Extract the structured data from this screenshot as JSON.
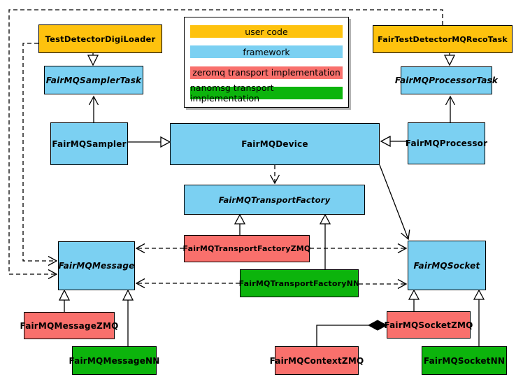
{
  "colors": {
    "user": "#FEC20E",
    "framework": "#7BD0F2",
    "zeromq": "#F9706C",
    "nanomsg": "#0CB40C"
  },
  "legend": {
    "items": [
      {
        "kind": "user",
        "label": "user code"
      },
      {
        "kind": "framework",
        "label": "framework"
      },
      {
        "kind": "zeromq",
        "label": "zeromq transport implementation"
      },
      {
        "kind": "nanomsg",
        "label": "nanomsg transport implementation"
      }
    ]
  },
  "nodes": {
    "testDetectorDigiLoader": {
      "label": "TestDetectorDigiLoader",
      "kind": "user"
    },
    "fairTestDetectorMQRecoTask": {
      "label": "FairTestDetectorMQRecoTask",
      "kind": "user"
    },
    "fairMQSamplerTask": {
      "label": "FairMQSamplerTask",
      "kind": "framework",
      "abstract": true
    },
    "fairMQProcessorTask": {
      "label": "FairMQProcessorTask",
      "kind": "framework",
      "abstract": true
    },
    "fairMQSampler": {
      "label": "FairMQSampler",
      "kind": "framework"
    },
    "fairMQDevice": {
      "label": "FairMQDevice",
      "kind": "framework"
    },
    "fairMQProcessor": {
      "label": "FairMQProcessor",
      "kind": "framework"
    },
    "fairMQTransportFactory": {
      "label": "FairMQTransportFactory",
      "kind": "framework",
      "abstract": true
    },
    "fairMQTransportFactoryZMQ": {
      "label": "FairMQTransportFactoryZMQ",
      "kind": "zeromq"
    },
    "fairMQTransportFactoryNN": {
      "label": "FairMQTransportFactoryNN",
      "kind": "nanomsg"
    },
    "fairMQMessage": {
      "label": "FairMQMessage",
      "kind": "framework",
      "abstract": true
    },
    "fairMQSocket": {
      "label": "FairMQSocket",
      "kind": "framework",
      "abstract": true
    },
    "fairMQMessageZMQ": {
      "label": "FairMQMessageZMQ",
      "kind": "zeromq"
    },
    "fairMQMessageNN": {
      "label": "FairMQMessageNN",
      "kind": "nanomsg"
    },
    "fairMQContextZMQ": {
      "label": "FairMQContextZMQ",
      "kind": "zeromq"
    },
    "fairMQSocketZMQ": {
      "label": "FairMQSocketZMQ",
      "kind": "zeromq"
    },
    "fairMQSocketNN": {
      "label": "FairMQSocketNN",
      "kind": "nanomsg"
    }
  },
  "edges": [
    {
      "from": "TestDetectorDigiLoader",
      "to": "FairMQSamplerTask",
      "type": "inheritance"
    },
    {
      "from": "FairTestDetectorMQRecoTask",
      "to": "FairMQProcessorTask",
      "type": "inheritance"
    },
    {
      "from": "FairMQSampler",
      "to": "FairMQSamplerTask",
      "type": "association"
    },
    {
      "from": "FairMQProcessor",
      "to": "FairMQProcessorTask",
      "type": "association"
    },
    {
      "from": "FairMQSampler",
      "to": "FairMQDevice",
      "type": "inheritance"
    },
    {
      "from": "FairMQProcessor",
      "to": "FairMQDevice",
      "type": "inheritance"
    },
    {
      "from": "FairMQDevice",
      "to": "FairMQTransportFactory",
      "type": "dependency"
    },
    {
      "from": "FairMQDevice",
      "to": "FairMQSocket",
      "type": "association"
    },
    {
      "from": "FairMQTransportFactoryZMQ",
      "to": "FairMQTransportFactory",
      "type": "inheritance"
    },
    {
      "from": "FairMQTransportFactoryNN",
      "to": "FairMQTransportFactory",
      "type": "inheritance"
    },
    {
      "from": "FairMQTransportFactoryZMQ",
      "to": "FairMQMessage",
      "type": "dependency"
    },
    {
      "from": "FairMQTransportFactoryZMQ",
      "to": "FairMQSocket",
      "type": "dependency"
    },
    {
      "from": "FairMQTransportFactoryNN",
      "to": "FairMQMessage",
      "type": "dependency"
    },
    {
      "from": "FairMQTransportFactoryNN",
      "to": "FairMQSocket",
      "type": "dependency"
    },
    {
      "from": "TestDetectorDigiLoader",
      "to": "FairMQMessage",
      "type": "dependency"
    },
    {
      "from": "FairTestDetectorMQRecoTask",
      "to": "FairMQMessage",
      "type": "dependency"
    },
    {
      "from": "FairMQMessageZMQ",
      "to": "FairMQMessage",
      "type": "inheritance"
    },
    {
      "from": "FairMQMessageNN",
      "to": "FairMQMessage",
      "type": "inheritance"
    },
    {
      "from": "FairMQSocketZMQ",
      "to": "FairMQSocket",
      "type": "inheritance"
    },
    {
      "from": "FairMQSocketNN",
      "to": "FairMQSocket",
      "type": "inheritance"
    },
    {
      "from": "FairMQSocketZMQ",
      "to": "FairMQContextZMQ",
      "type": "composition"
    }
  ]
}
